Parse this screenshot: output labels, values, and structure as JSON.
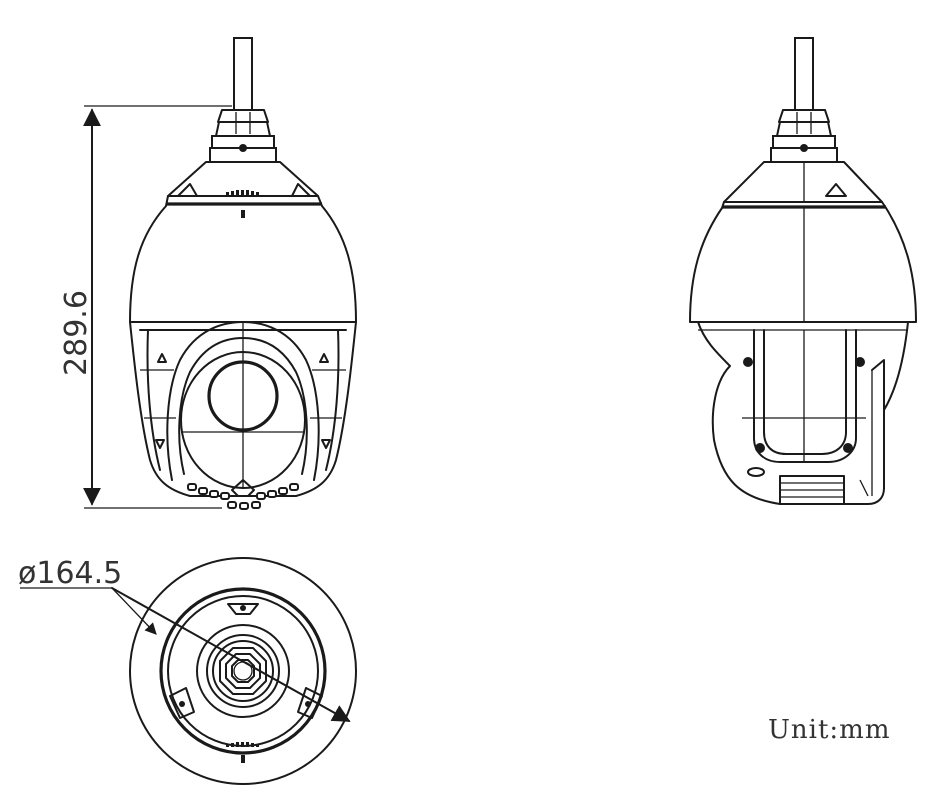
{
  "dimensions": {
    "height": "289.6",
    "diameter": "ø164.5"
  },
  "unit_label": "Unit:mm",
  "colors": {
    "line": "#1a1a1a",
    "text": "#333333",
    "background": "#ffffff"
  }
}
